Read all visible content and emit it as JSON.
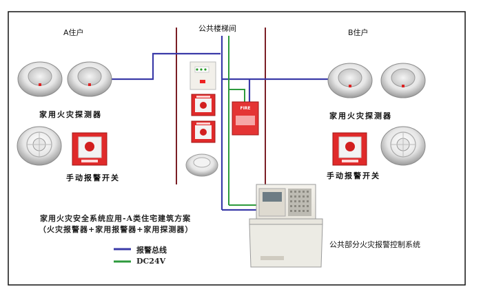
{
  "labels": {
    "stairwell": "公共楼梯间",
    "resident_a": "A住户",
    "resident_b": "B住户",
    "detector_left": "家用火灾探测器",
    "detector_right": "家用火灾探测器",
    "switch_left": "手动报警开关",
    "switch_right": "手动报警开关",
    "panel_caption": "公共部分火灾报警控制系统",
    "fire_sign": "FIRE"
  },
  "description": {
    "line1": "家用火灾安全系统应用-A类住宅建筑方案",
    "line2": "（火灾报警器+家用报警器+家用探测器）"
  },
  "legend": {
    "bus_label": "报警总线",
    "power_label": "DC24V",
    "bus_color": "#3a3aa8",
    "power_color": "#2c9a3c"
  },
  "colors": {
    "wall": "#7a1d24",
    "frame": "#111111",
    "alarm_red": "#e02a2a"
  }
}
